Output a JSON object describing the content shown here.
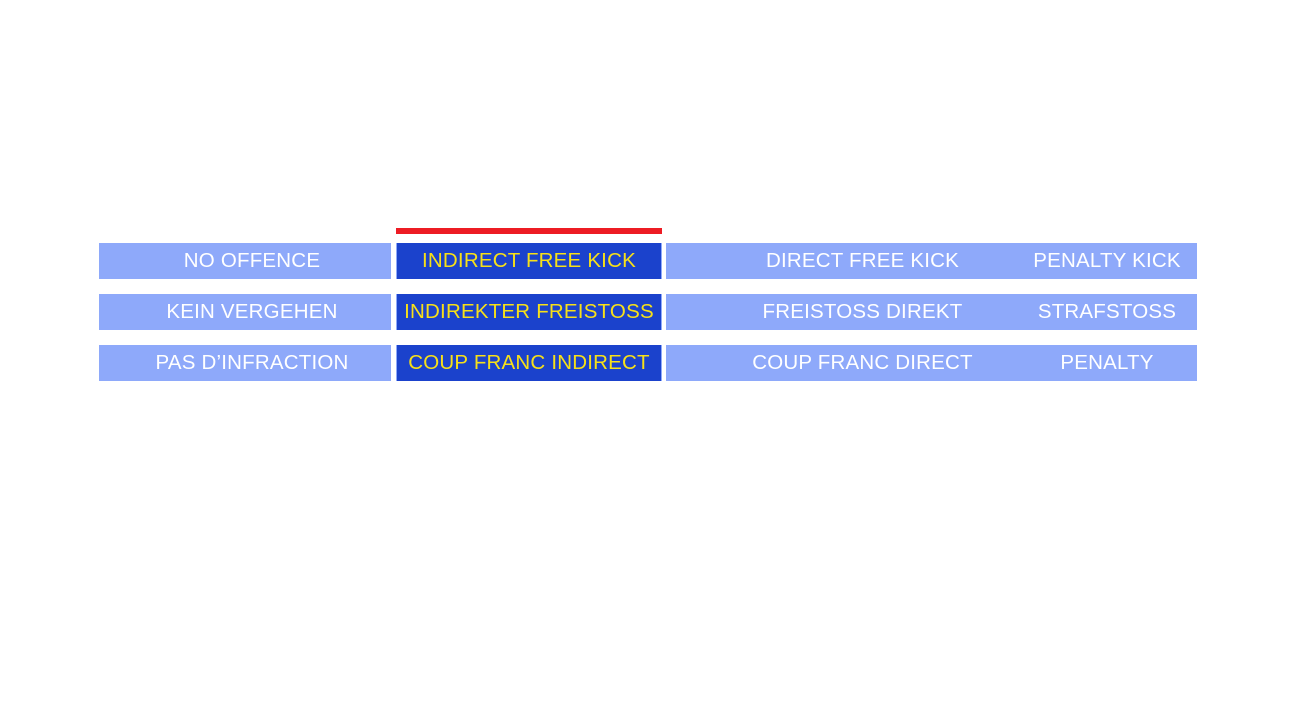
{
  "slide": {
    "background_color": "#FFFFFF",
    "marker": {
      "name": "current-decision-marker",
      "color": "#ED1C24",
      "points_to": "INDIRECT FREE KICK"
    },
    "colors": {
      "cell_default_bg": "#8EA9FA",
      "cell_highlight_bg": "#1B42CC",
      "cell_default_text": "#FFFFFF",
      "cell_highlight_text": "#F7E018",
      "marker_red": "#ED1C24"
    }
  },
  "scale": {
    "languages": [
      "english",
      "german",
      "french"
    ],
    "rows": [
      {
        "language": "english",
        "no_offence": "NO OFFENCE",
        "indirect_free_kick": "INDIRECT FREE KICK",
        "direct_free_kick": "DIRECT FREE KICK",
        "penalty_kick": "PENALTY KICK",
        "highlighted": "indirect_free_kick"
      },
      {
        "language": "german",
        "no_offence": "KEIN VERGEHEN",
        "indirect_free_kick": "INDIREKTER FREISTOSS",
        "direct_free_kick": "FREISTOSS DIREKT",
        "penalty_kick": "STRAFSTOSS",
        "highlighted": "indirect_free_kick"
      },
      {
        "language": "french",
        "no_offence": "PAS D’INFRACTION",
        "indirect_free_kick": "COUP FRANC INDIRECT",
        "direct_free_kick": "COUP FRANC DIRECT",
        "penalty_kick": "PENALTY",
        "highlighted": "indirect_free_kick"
      }
    ]
  }
}
